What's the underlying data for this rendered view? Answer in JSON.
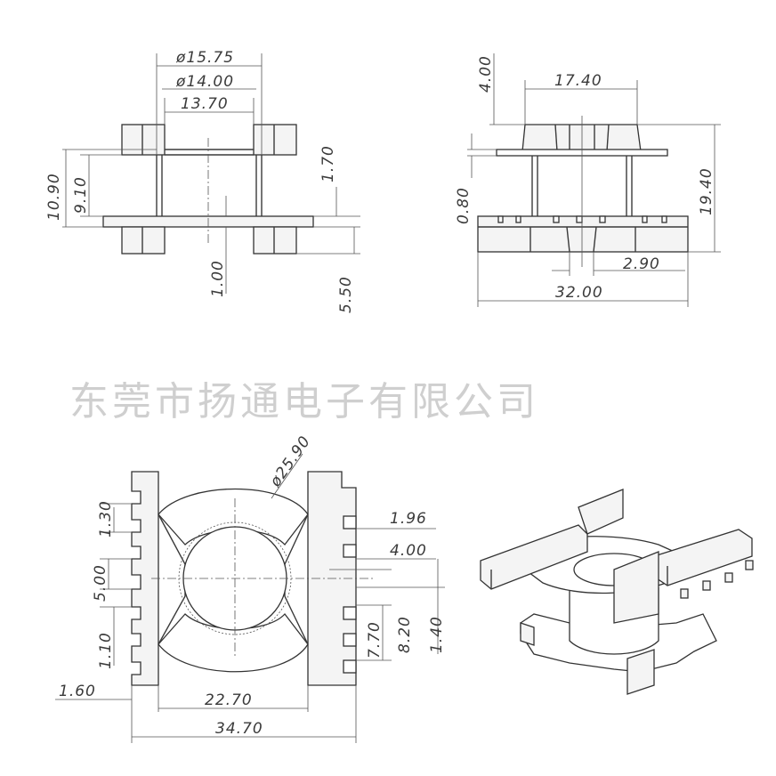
{
  "watermark": "东莞市扬通电子有限公司",
  "front_view": {
    "d1": "ø15.75",
    "d2": "ø14.00",
    "d3": "13.70",
    "h_total": "10.90",
    "h_inner": "9.10",
    "flange": "1.70",
    "pin_gap": "1.00",
    "pin_len": "5.50"
  },
  "side_view": {
    "top_h": "4.00",
    "top_w": "17.40",
    "height": "19.40",
    "thick": "0.80",
    "pin_w": "2.90",
    "width": "32.00"
  },
  "bottom_view": {
    "outer_d": "ø25.90",
    "p1": "1.30",
    "p2": "5.00",
    "p3": "1.10",
    "s1": "1.96",
    "s2": "4.00",
    "s3": "1.40",
    "s4": "8.20",
    "s5": "7.70",
    "left": "1.60",
    "inner_w": "22.70",
    "outer_w": "34.70"
  }
}
